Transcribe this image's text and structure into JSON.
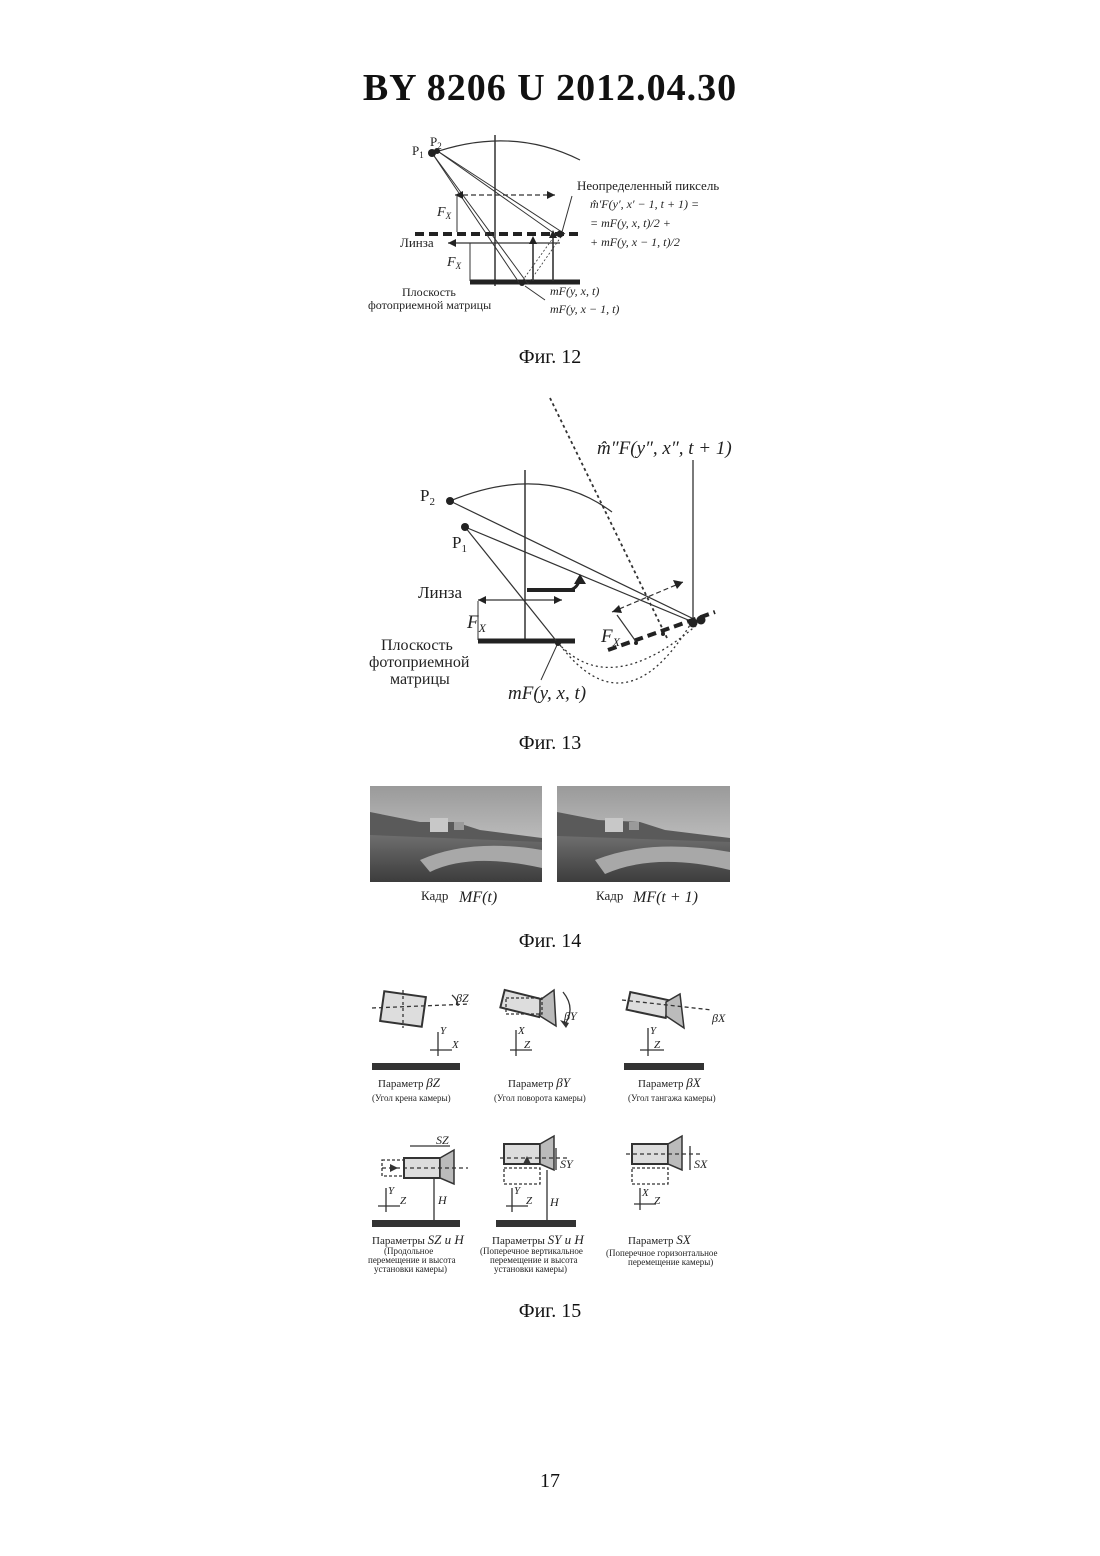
{
  "header": "BY  8206  U  2012.04.30",
  "fig12": {
    "caption": "Фиг. 12",
    "p1": "P",
    "p1_sub": "1",
    "p2": "P",
    "p2_sub": "2",
    "fx": "F",
    "fx_sub": "X",
    "lens": "Линза",
    "plane_line1": "Плоскость",
    "plane_line2": "фотоприемной матрицы",
    "undefined_pixel": "Неопределенный пиксель",
    "formula_line1": "m̂′F(y′, x′ − 1, t + 1) =",
    "formula_line2": "= mF(y, x, t)/2 +",
    "formula_line3": "+ mF(y, x − 1, t)/2",
    "label_m1": "mF(y, x, t)",
    "label_m2": "mF(y, x − 1, t)"
  },
  "fig13": {
    "caption": "Фиг. 13",
    "formula": "m̂″F(y″, x″, t + 1)",
    "p2": "P",
    "p2_sub": "2",
    "p1": "P",
    "p1_sub": "1",
    "lens": "Линза",
    "fx": "F",
    "fx_sub": "X",
    "plane_line1": "Плоскость",
    "plane_line2": "фотоприемной",
    "plane_line3": "матрицы",
    "label_m": "mF(y, x, t)"
  },
  "fig14": {
    "caption": "Фиг. 14",
    "frame1_label": "Кадр",
    "frame1_formula": "MF(t)",
    "frame2_label": "Кадр",
    "frame2_formula": "MF(t + 1)"
  },
  "fig15": {
    "caption": "Фиг. 15",
    "p1_title": "Параметр",
    "p1_symbol": "βZ",
    "p1_desc": "(Угол крена камеры)",
    "p2_title": "Параметр",
    "p2_symbol": "βY",
    "p2_desc": "(Угол поворота камеры)",
    "p3_title": "Параметр",
    "p3_symbol": "βX",
    "p3_desc": "(Угол тангажа камеры)",
    "p4_title": "Параметры",
    "p4_symbol": "SZ и H",
    "p4_desc1": "(Продольное",
    "p4_desc2": "перемещение и высота",
    "p4_desc3": "установки камеры)",
    "p5_title": "Параметры",
    "p5_symbol": "SY и H",
    "p5_desc1": "(Поперечное вертикальное",
    "p5_desc2": "перемещение и высота",
    "p5_desc3": "установки камеры)",
    "p6_title": "Параметр",
    "p6_symbol": "SX",
    "p6_desc1": "(Поперечное горизонтальное",
    "p6_desc2": "перемещение камеры)",
    "sz": "SZ",
    "sy": "SY",
    "sx": "SX",
    "h": "H",
    "axis_x": "X",
    "axis_y": "Y",
    "axis_z": "Z"
  },
  "page_number": "17"
}
